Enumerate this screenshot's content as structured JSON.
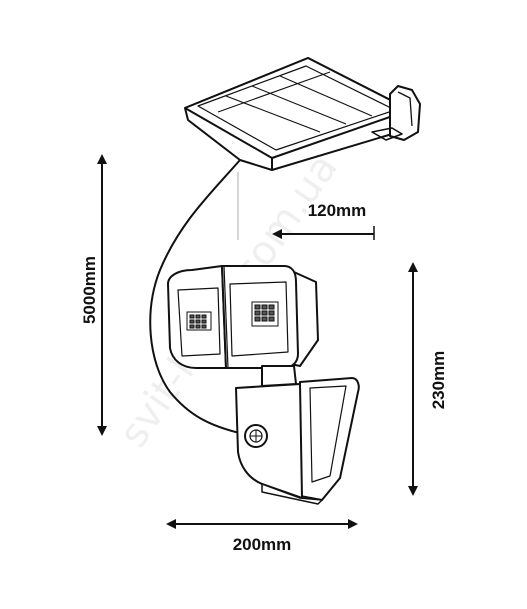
{
  "dimensions": {
    "cable_length": "5000mm",
    "panel_offset": "120mm",
    "height": "230mm",
    "width": "200mm"
  },
  "watermark": "svit-lamp.com.ua",
  "colors": {
    "line": "#111111",
    "background": "#ffffff"
  }
}
